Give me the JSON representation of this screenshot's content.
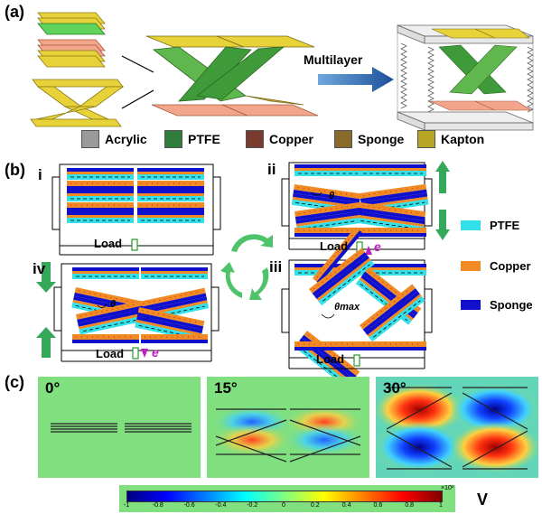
{
  "panel_labels": {
    "a": "(a)",
    "b": "(b)",
    "c": "(c)"
  },
  "panel_a": {
    "arrow_label": "Multilayer",
    "legend": [
      {
        "label": "Acrylic",
        "color": "#9a9a9a"
      },
      {
        "label": "PTFE",
        "color": "#2e7d3a"
      },
      {
        "label": "Copper",
        "color": "#7a3b2e"
      },
      {
        "label": "Sponge",
        "color": "#8a6a2a"
      },
      {
        "label": "Kapton",
        "color": "#b7a623"
      }
    ]
  },
  "panel_b": {
    "sub_labels": {
      "i": "i",
      "ii": "ii",
      "iii": "iii",
      "iv": "iv"
    },
    "load_label": "Load",
    "electron_label": "e",
    "theta": "θ",
    "theta_max": "θmax",
    "legend": [
      {
        "label": "PTFE",
        "color": "#33e0ea"
      },
      {
        "label": "Copper",
        "color": "#f08a24"
      },
      {
        "label": "Sponge",
        "color": "#1010cc"
      }
    ]
  },
  "panel_c": {
    "angles": [
      "0°",
      "15°",
      "30°"
    ],
    "colorbar": {
      "ticks": [
        "-1",
        "-0.8",
        "-0.6",
        "-0.4",
        "-0.2",
        "0",
        "0.2",
        "0.4",
        "0.6",
        "0.8",
        "1"
      ],
      "exponent": "×10³",
      "unit": "V",
      "range": [
        -1,
        1
      ]
    }
  }
}
